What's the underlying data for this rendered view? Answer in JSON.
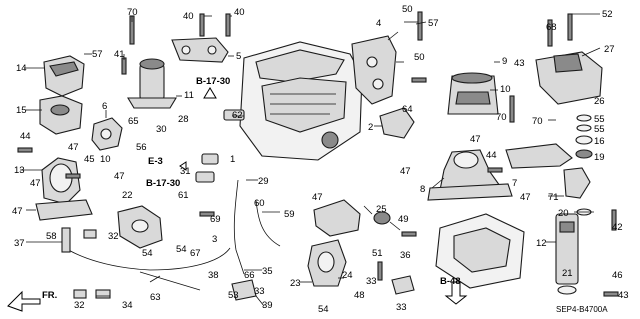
{
  "diagram": {
    "image_code": "SEP4-B4700A",
    "front_arrow_label": "FR.",
    "references": [
      {
        "id": "ref1",
        "text": "B-17-30"
      },
      {
        "id": "ref2",
        "text": "B-17-30"
      },
      {
        "id": "ref3",
        "text": "E-3"
      },
      {
        "id": "ref4",
        "text": "B-48"
      }
    ],
    "callouts": [
      {
        "id": "c70a",
        "text": "70"
      },
      {
        "id": "c40a",
        "text": "40"
      },
      {
        "id": "c40b",
        "text": "40"
      },
      {
        "id": "c57a",
        "text": "57"
      },
      {
        "id": "c14",
        "text": "14"
      },
      {
        "id": "c41",
        "text": "41"
      },
      {
        "id": "c5",
        "text": "5"
      },
      {
        "id": "c11",
        "text": "11"
      },
      {
        "id": "c15",
        "text": "15"
      },
      {
        "id": "c6",
        "text": "6"
      },
      {
        "id": "c65",
        "text": "65"
      },
      {
        "id": "c30",
        "text": "30"
      },
      {
        "id": "c28",
        "text": "28"
      },
      {
        "id": "c62",
        "text": "62"
      },
      {
        "id": "c44a",
        "text": "44"
      },
      {
        "id": "c47a",
        "text": "47"
      },
      {
        "id": "c45",
        "text": "45"
      },
      {
        "id": "c56",
        "text": "56"
      },
      {
        "id": "c10a",
        "text": "10"
      },
      {
        "id": "c13",
        "text": "13"
      },
      {
        "id": "c47b",
        "text": "47"
      },
      {
        "id": "c47c",
        "text": "47"
      },
      {
        "id": "c47d",
        "text": "47"
      },
      {
        "id": "c31",
        "text": "31"
      },
      {
        "id": "c1",
        "text": "1"
      },
      {
        "id": "c29",
        "text": "29"
      },
      {
        "id": "c61",
        "text": "61"
      },
      {
        "id": "c60",
        "text": "60"
      },
      {
        "id": "c59",
        "text": "59"
      },
      {
        "id": "c69",
        "text": "69"
      },
      {
        "id": "c22",
        "text": "22"
      },
      {
        "id": "c58",
        "text": "58"
      },
      {
        "id": "c32a",
        "text": "32"
      },
      {
        "id": "c54a",
        "text": "54"
      },
      {
        "id": "c54b",
        "text": "54"
      },
      {
        "id": "c37",
        "text": "37"
      },
      {
        "id": "c67",
        "text": "67"
      },
      {
        "id": "c3",
        "text": "3"
      },
      {
        "id": "c4",
        "text": "4"
      },
      {
        "id": "c50a",
        "text": "50"
      },
      {
        "id": "c57b",
        "text": "57"
      },
      {
        "id": "c50b",
        "text": "50"
      },
      {
        "id": "c9",
        "text": "9"
      },
      {
        "id": "c2",
        "text": "2"
      },
      {
        "id": "c64",
        "text": "64"
      },
      {
        "id": "c68",
        "text": "68"
      },
      {
        "id": "c52",
        "text": "52"
      },
      {
        "id": "c43a",
        "text": "43"
      },
      {
        "id": "c27",
        "text": "27"
      },
      {
        "id": "c10b",
        "text": "10"
      },
      {
        "id": "c26",
        "text": "26"
      },
      {
        "id": "c70b",
        "text": "70"
      },
      {
        "id": "c70c",
        "text": "70"
      },
      {
        "id": "c55a",
        "text": "55"
      },
      {
        "id": "c55b",
        "text": "55"
      },
      {
        "id": "c16",
        "text": "16"
      },
      {
        "id": "c47e",
        "text": "47"
      },
      {
        "id": "c44b",
        "text": "44"
      },
      {
        "id": "c19",
        "text": "19"
      },
      {
        "id": "c47f",
        "text": "47"
      },
      {
        "id": "c8",
        "text": "8"
      },
      {
        "id": "c7",
        "text": "7"
      },
      {
        "id": "c71",
        "text": "71"
      },
      {
        "id": "c47g",
        "text": "47"
      },
      {
        "id": "c20",
        "text": "20"
      },
      {
        "id": "c42",
        "text": "42"
      },
      {
        "id": "c12",
        "text": "12"
      },
      {
        "id": "c21",
        "text": "21"
      },
      {
        "id": "c46",
        "text": "46"
      },
      {
        "id": "c43b",
        "text": "43"
      },
      {
        "id": "c47h",
        "text": "47"
      },
      {
        "id": "c25",
        "text": "25"
      },
      {
        "id": "c49",
        "text": "49"
      },
      {
        "id": "c35",
        "text": "35"
      },
      {
        "id": "c51",
        "text": "51"
      },
      {
        "id": "c24",
        "text": "24"
      },
      {
        "id": "c36",
        "text": "36"
      },
      {
        "id": "c23",
        "text": "23"
      },
      {
        "id": "c33a",
        "text": "33"
      },
      {
        "id": "c33b",
        "text": "33"
      },
      {
        "id": "c48",
        "text": "48"
      },
      {
        "id": "c54c",
        "text": "54"
      },
      {
        "id": "c38",
        "text": "38"
      },
      {
        "id": "c66",
        "text": "66"
      },
      {
        "id": "c33c",
        "text": "33"
      },
      {
        "id": "c39",
        "text": "39"
      },
      {
        "id": "c63",
        "text": "63"
      },
      {
        "id": "c32b",
        "text": "32"
      },
      {
        "id": "c34",
        "text": "34"
      },
      {
        "id": "c53",
        "text": "53"
      }
    ]
  }
}
